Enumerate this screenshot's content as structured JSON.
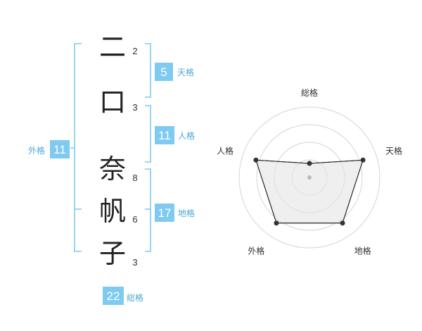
{
  "name_breakdown": {
    "surname_chars": [
      {
        "char": "二",
        "strokes": "2"
      },
      {
        "char": "口",
        "strokes": "3"
      }
    ],
    "given_chars": [
      {
        "char": "奈",
        "strokes": "8"
      },
      {
        "char": "帆",
        "strokes": "6"
      },
      {
        "char": "子",
        "strokes": "3"
      }
    ],
    "kaku": {
      "ten": {
        "label": "天格",
        "value": "5"
      },
      "jin": {
        "label": "人格",
        "value": "11"
      },
      "chi": {
        "label": "地格",
        "value": "17"
      },
      "gai": {
        "label": "外格",
        "value": "11"
      },
      "sou": {
        "label": "総格",
        "value": "22"
      }
    },
    "colors": {
      "accent": "#7fcaf0",
      "bracket": "#7fcaf0",
      "label_text": "#4fa8d8"
    }
  },
  "chart_data": {
    "type": "radar",
    "axes": [
      "総格",
      "天格",
      "地格",
      "外格",
      "人格"
    ],
    "values": [
      1,
      4,
      4,
      4,
      4
    ],
    "rmax": 5,
    "rings": 4,
    "grid": true,
    "colors": {
      "fill": "#ececec",
      "line": "#222222",
      "grid": "#d8d8d8",
      "point": "#333333"
    }
  }
}
